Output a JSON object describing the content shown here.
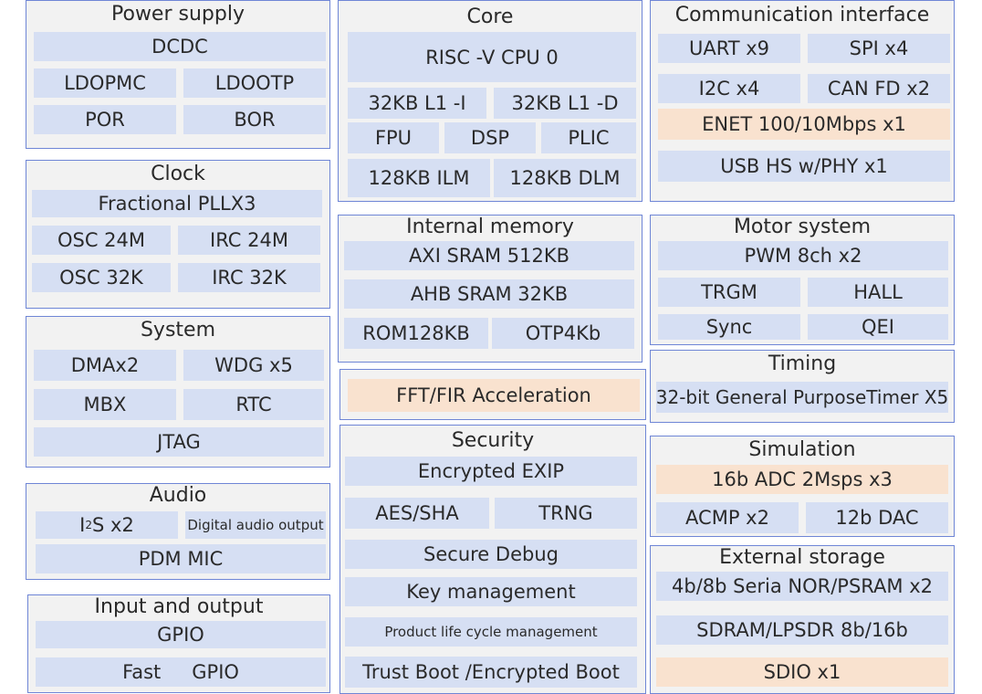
{
  "power": {
    "title": "Power supply",
    "dcdc": "DCDC",
    "ldopmc": "LDOPMC",
    "ldootp": "LDOOTP",
    "por": "POR",
    "bor": "BOR"
  },
  "clock": {
    "title": "Clock",
    "pll": "Fractional PLLX3",
    "osc24": "OSC 24M",
    "irc24": "IRC 24M",
    "osc32": "OSC 32K",
    "irc32": "IRC 32K"
  },
  "system": {
    "title": "System",
    "dma": "DMAx2",
    "wdg": "WDG x5",
    "mbx": "MBX",
    "rtc": "RTC",
    "jtag": "JTAG"
  },
  "audio": {
    "title": "Audio",
    "i2s_prefix": "I",
    "i2s_sup": "2",
    "i2s_suffix": "S x2",
    "digital": "Digital audio output",
    "pdm": "PDM MIC"
  },
  "io": {
    "title": "Input and output",
    "gpio": "GPIO",
    "fast": "Fast",
    "fast_gpio": "GPIO"
  },
  "core": {
    "title": "Core",
    "cpu": "RISC -V CPU 0",
    "l1i": "32KB L1 -I",
    "l1d": "32KB L1 -D",
    "fpu": "FPU",
    "dsp": "DSP",
    "plic": "PLIC",
    "ilm": "128KB ILM",
    "dlm": "128KB DLM"
  },
  "memory": {
    "title": "Internal memory",
    "axi": "AXI SRAM 512KB",
    "ahb": "AHB SRAM 32KB",
    "rom": "ROM128KB",
    "otp": "OTP4Kb"
  },
  "fft": {
    "label": "FFT/FIR Acceleration"
  },
  "security": {
    "title": "Security",
    "exip": "Encrypted EXIP",
    "aes": "AES/SHA",
    "trng": "TRNG",
    "debug": "Secure Debug",
    "key": "Key management",
    "lifecycle": "Product life cycle management",
    "boot": "Trust Boot /Encrypted Boot"
  },
  "comm": {
    "title": "Communication interface",
    "uart": "UART x9",
    "spi": "SPI x4",
    "i2c": "I2C x4",
    "can": "CAN FD x2",
    "enet": "ENET 100/10Mbps x1",
    "usb": "USB HS w/PHY x1"
  },
  "motor": {
    "title": "Motor system",
    "pwm": "PWM 8ch x2",
    "trgm": "TRGM",
    "hall": "HALL",
    "sync": "Sync",
    "qei": "QEI"
  },
  "timing": {
    "title": "Timing",
    "timer": "32-bit General PurposeTimer X5"
  },
  "sim": {
    "title": "Simulation",
    "adc": "16b ADC 2Msps x3",
    "acmp": "ACMP x2",
    "dac": "12b DAC"
  },
  "ext": {
    "title": "External storage",
    "nor": "4b/8b Seria NOR/PSRAM x2",
    "sdram": "SDRAM/LPSDR 8b/16b",
    "sdio": "SDIO x1"
  },
  "colors": {
    "panel_bg": "#f2f2f2",
    "panel_border": "#6f86d6",
    "cell_blue": "#d6dff3",
    "cell_orange": "#f9e2cf"
  }
}
